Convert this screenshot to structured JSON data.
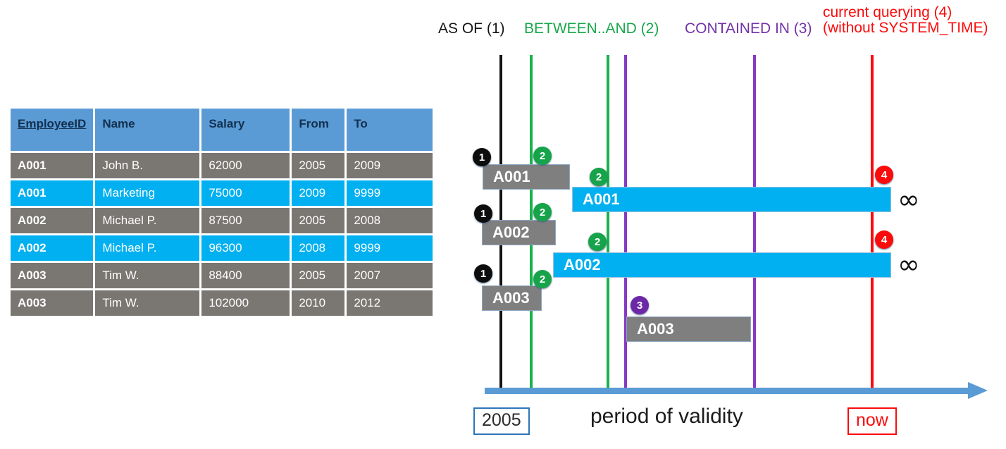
{
  "table": {
    "columns": [
      "EmployeeID",
      "Name",
      "Salary",
      "From",
      "To"
    ],
    "rows": [
      {
        "id": "A001",
        "name": "John  B.",
        "salary": "62000",
        "from": "2005",
        "to": "2009",
        "style": "gray"
      },
      {
        "id": "A001",
        "name": "Marketing",
        "salary": "75000",
        "from": "2009",
        "to": "9999",
        "style": "cyan"
      },
      {
        "id": "A002",
        "name": "Michael P.",
        "salary": "87500",
        "from": "2005",
        "to": "2008",
        "style": "gray"
      },
      {
        "id": "A002",
        "name": "Michael P.",
        "salary": "96300",
        "from": "2008",
        "to": "9999",
        "style": "cyan"
      },
      {
        "id": "A003",
        "name": "Tim W.",
        "salary": "88400",
        "from": "2005",
        "to": "2007",
        "style": "gray"
      },
      {
        "id": "A003",
        "name": "Tim W.",
        "salary": "102000",
        "from": "2010",
        "to": "2012",
        "style": "gray"
      }
    ]
  },
  "diagram": {
    "headers": [
      {
        "label": "AS OF (1)",
        "color": "#141414"
      },
      {
        "label": "BETWEEN..AND (2)",
        "color": "#17a74a"
      },
      {
        "label": "CONTAINED IN (3)",
        "color": "#7232a8"
      }
    ],
    "header_red_line1": "current querying (4)",
    "header_red_line2": "(without SYSTEM_TIME)",
    "bars": [
      {
        "label": "A001",
        "style": "gray"
      },
      {
        "label": "A001",
        "style": "cyan"
      },
      {
        "label": "A002",
        "style": "gray"
      },
      {
        "label": "A002",
        "style": "cyan"
      },
      {
        "label": "A003",
        "style": "gray"
      },
      {
        "label": "A003",
        "style": "gray"
      }
    ],
    "markers": [
      {
        "n": "1",
        "color": "black"
      },
      {
        "n": "2",
        "color": "green"
      },
      {
        "n": "2",
        "color": "green"
      },
      {
        "n": "1",
        "color": "black"
      },
      {
        "n": "2",
        "color": "green"
      },
      {
        "n": "2",
        "color": "green"
      },
      {
        "n": "1",
        "color": "black"
      },
      {
        "n": "2",
        "color": "green"
      },
      {
        "n": "3",
        "color": "purple"
      },
      {
        "n": "4",
        "color": "red"
      },
      {
        "n": "4",
        "color": "red"
      }
    ],
    "infinity_symbol": "∞",
    "axis_start_label": "2005",
    "axis_caption": "period of validity",
    "axis_end_label": "now"
  }
}
